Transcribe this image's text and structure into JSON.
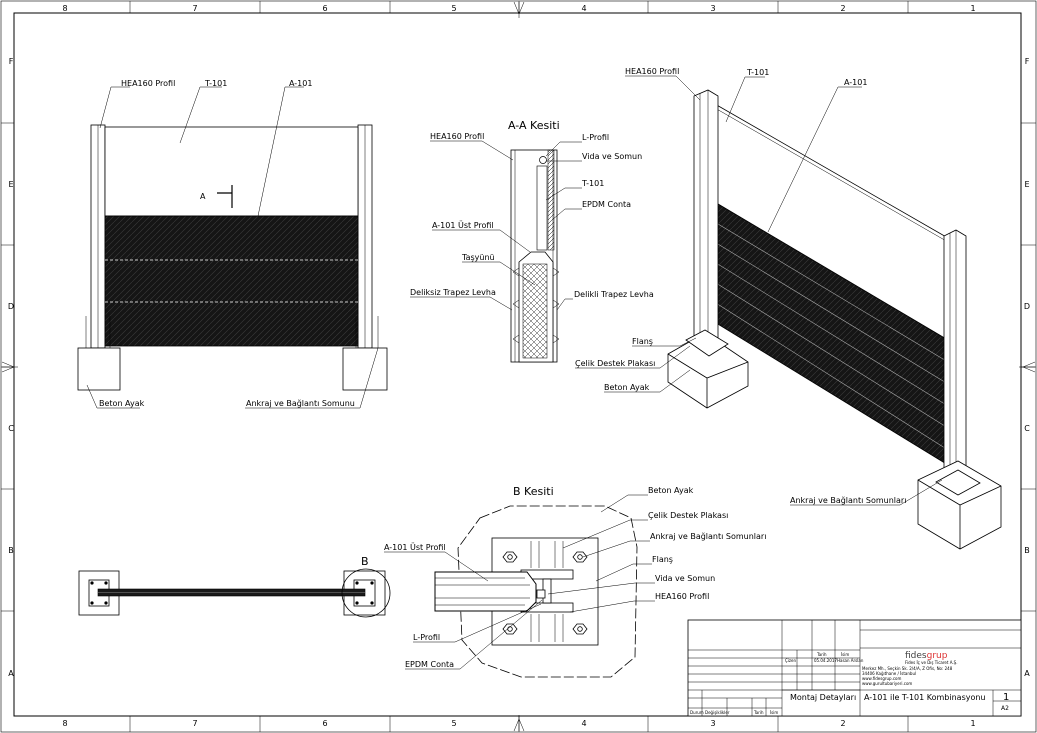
{
  "grid": {
    "columns": [
      "8",
      "7",
      "6",
      "5",
      "4",
      "3",
      "2",
      "1"
    ],
    "rows": [
      "F",
      "E",
      "D",
      "C",
      "B",
      "A"
    ]
  },
  "front_view": {
    "hea160": "HEA160 Profil",
    "t101": "T-101",
    "a101": "A-101",
    "section_mark": "A",
    "beton_ayak": "Beton Ayak",
    "ankraj": "Ankraj ve Bağlantı Somunu"
  },
  "section_aa": {
    "title": "A-A Kesiti",
    "hea160": "HEA160 Profil",
    "l_profil": "L-Profil",
    "vida": "Vida ve Somun",
    "t101": "T-101",
    "epdm": "EPDM Conta",
    "a101_ust": "A-101 Üst Profil",
    "tasyunu": "Taşyünü",
    "deliksiz": "Deliksiz Trapez Levha",
    "delikli": "Delikli Trapez Levha"
  },
  "iso_view": {
    "hea160": "HEA160 Profil",
    "t101": "T-101",
    "a101": "A-101",
    "flans": "Flanş",
    "celik": "Çelik Destek Plakası",
    "beton_ayak": "Beton Ayak",
    "ankraj": "Ankraj ve Bağlantı Somunları"
  },
  "plan_view": {
    "detail_mark": "B"
  },
  "section_b": {
    "title": "B Kesiti",
    "beton_ayak": "Beton Ayak",
    "celik": "Çelik Destek Plakası",
    "ankraj": "Ankraj ve Bağlantı Somunları",
    "flans": "Flanş",
    "vida": "Vida ve Somun",
    "hea160": "HEA160 Profil",
    "a101_ust": "A-101 Üst Profil",
    "l_profil": "L-Profil",
    "epdm": "EPDM Conta"
  },
  "title_block": {
    "tarih_h": "Tarih",
    "isim_h": "İsim",
    "cizen": "Çizen",
    "tarih": "05.04.2017",
    "isim": "Hasan Arslan",
    "logo_a": "fides",
    "logo_b": "grup",
    "company": "Fides İç ve Dış Ticaret A.Ş.",
    "addr1": "Merkez Mh., Seçkin Sk. 2/4/A, Z Ofis, No: 248",
    "addr2": "34406 Kağıthane / İstanbul",
    "web1": "www.fidesgrup.com",
    "web2": "www.gurultubariyeri.com",
    "drawing_name": "Montaj Detayları",
    "drawing_title": "A-101 ile T-101 Kombinasyonu",
    "sheet_no": "1",
    "size": "A2",
    "rev_a": "Durum",
    "rev_b": "Değişiklikler",
    "rev_c": "Tarih",
    "rev_d": "İsim"
  },
  "colors": {
    "panel_dark": "#151515",
    "line": "#000000",
    "background": "#ffffff"
  }
}
